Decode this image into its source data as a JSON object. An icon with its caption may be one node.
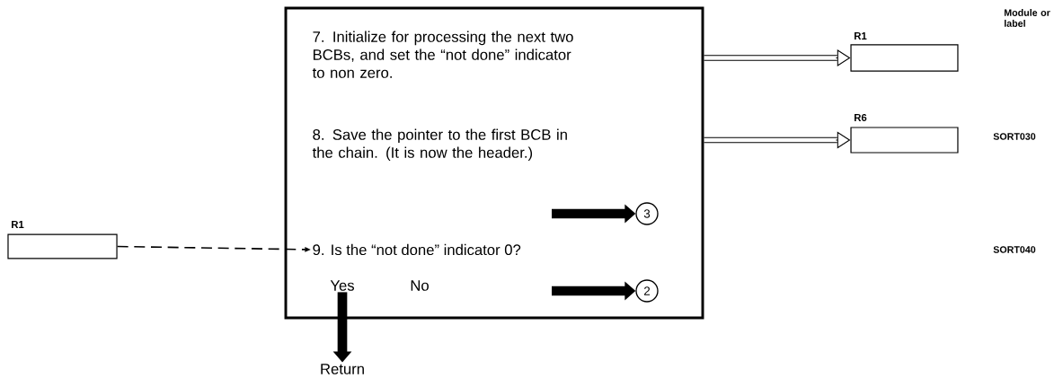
{
  "diagram": {
    "nodes": [
      {
        "text": [],
        "shape": "box"
      },
      {
        "text": [
          "7. Initialize for processing the next two BCBs, and set the “not done” indicator to non zero."
        ],
        "in": 0
      },
      {
        "text": [
          "8. Save the pointer to the first BCB in the chain. (It is now the header.)"
        ],
        "in": 0
      },
      {
        "text": [
          "9. Is the “not done” indicator 0?"
        ],
        "in": 0
      },
      {
        "text": [
          "Yes"
        ],
        "in": 0
      },
      {
        "text": [
          "3"
        ],
        "in": 0
      },
      {
        "text": [
          "2"
        ],
        "in": 0
      },
      {
        "text": [],
        "shape": "box",
        "beside": [
          "R1"
        ]
      },
      {
        "text": [],
        "shape": "box",
        "beside": [
          "R6"
        ]
      },
      {
        "text": [],
        "shape": "box",
        "beside": [
          "R1"
        ]
      },
      {
        "text": [
          "Return"
        ]
      }
    ],
    "edges": [
      {
        "from": 0,
        "to": 7,
        "arrow": "to"
      },
      {
        "from": 0,
        "to": 8,
        "arrow": "to"
      },
      {
        "from": null,
        "to": 5,
        "arrow": "to",
        "style": "thick"
      },
      {
        "from": 9,
        "to": 3,
        "arrow": "to",
        "style": "dashed"
      },
      {
        "from": null,
        "to": 6,
        "arrow": "to",
        "style": "thick"
      },
      {
        "from": 4,
        "to": 10,
        "arrow": "to",
        "style": "thick"
      }
    ],
    "labels": [
      "Module or label",
      "SORT030",
      "SORT040",
      "No"
    ]
  }
}
